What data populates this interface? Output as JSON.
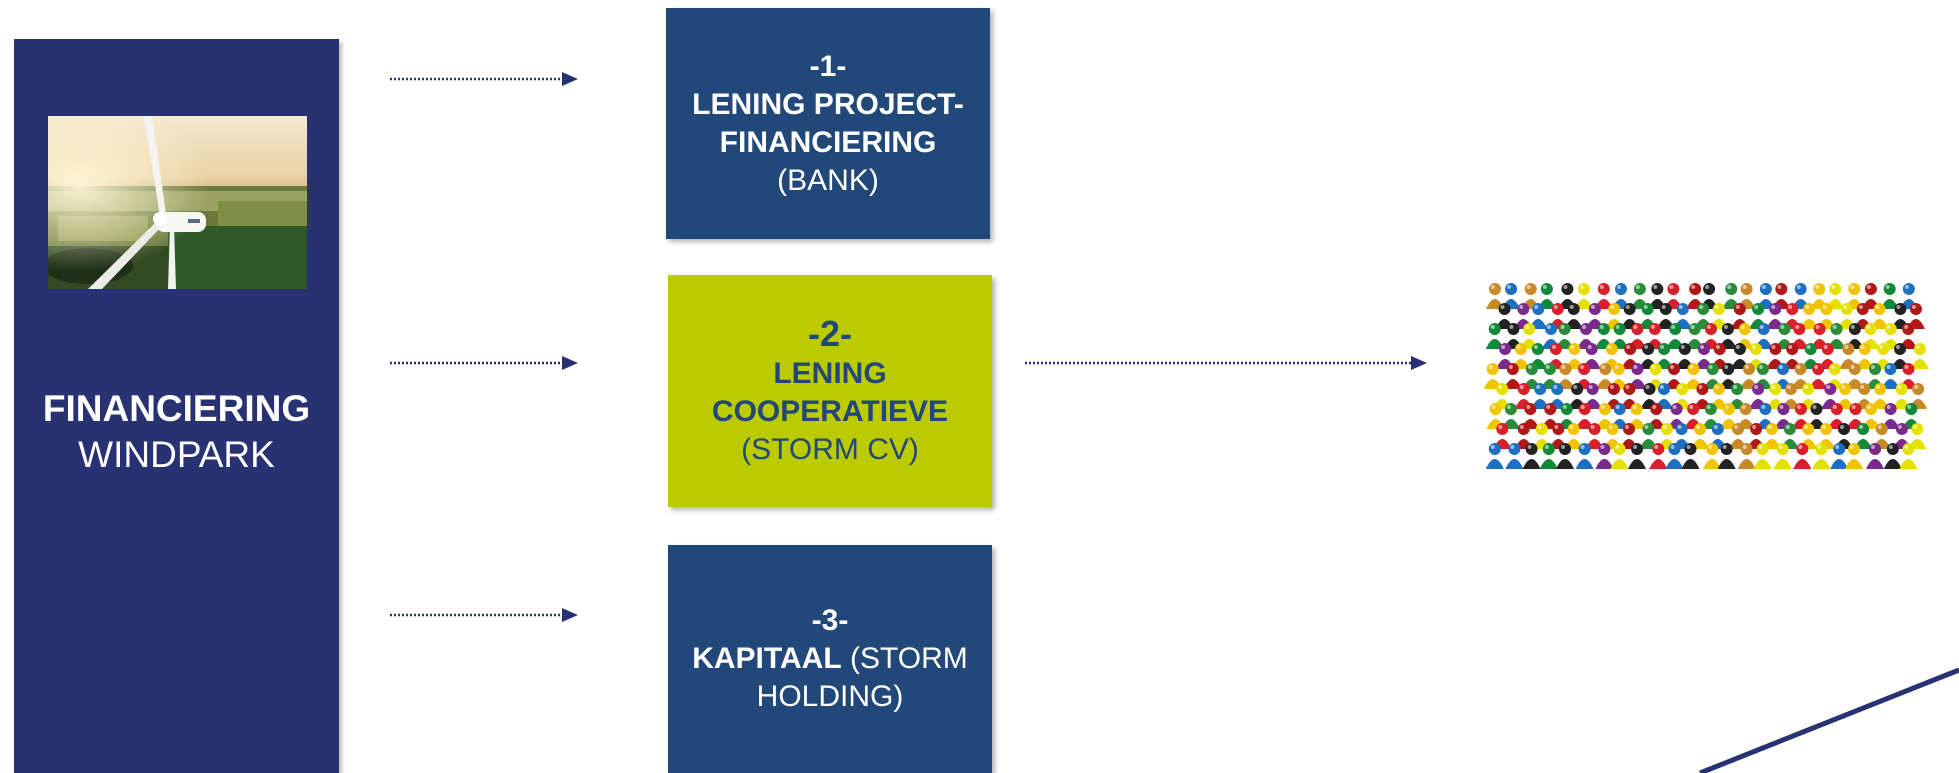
{
  "left_panel": {
    "title_bold": "FINANCIERING",
    "title_light": "WINDPARK",
    "image": "wind-turbine-aerial-photo"
  },
  "boxes": [
    {
      "number": "-1-",
      "line1": "LENING PROJECT-",
      "line2": "FINANCIERING",
      "line3": "(BANK)"
    },
    {
      "number": "-2-",
      "line1": "LENING",
      "line2": "COOPERATIEVE",
      "line3": "(STORM CV)"
    },
    {
      "number": "-3-",
      "bold": "KAPITAAL",
      "rest": " (STORM",
      "line2": "HOLDING)"
    }
  ],
  "right_image": "colored-game-pawns-crowd",
  "colors": {
    "panel": "#283172",
    "box_blue": "#214878",
    "box_green": "#bccb00",
    "arrow": "#283172"
  }
}
